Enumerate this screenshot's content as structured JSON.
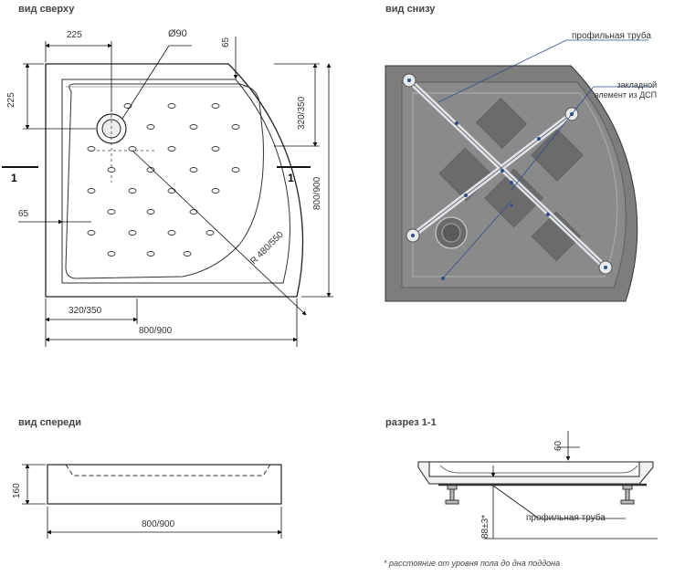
{
  "views": {
    "top": {
      "title": "вид сверху",
      "dims": {
        "corner_offset_x": "225",
        "corner_offset_y": "225",
        "drain_diameter": "Ø90",
        "rim_width": "65",
        "rim_width_left": "65",
        "radius_section": "320/350",
        "height": "800/900",
        "bottom_offset": "320/350",
        "width": "800/900",
        "radius": "R 480/550",
        "section_mark": "1"
      }
    },
    "bottom": {
      "title": "вид снизу",
      "callouts": {
        "profile_pipe": "профильная труба",
        "embedded_element": "закладной\nэлемент из ДСП"
      }
    },
    "front": {
      "title": "вид спереди",
      "dims": {
        "height": "160",
        "width": "800/900"
      }
    },
    "section": {
      "title": "разрез 1-1",
      "dims": {
        "depth": "60",
        "floor_height": "88±3*"
      },
      "callouts": {
        "profile_pipe": "профильная труба"
      },
      "footnote": "*   расстояние от уровня пола до дна поддона"
    }
  },
  "colors": {
    "line": "#1a3a5c",
    "dim": "#1a1a1a",
    "tray_fill": "#7d7d7d",
    "tray_dark": "#5e5e5e",
    "pipe": "#d9dde3"
  }
}
